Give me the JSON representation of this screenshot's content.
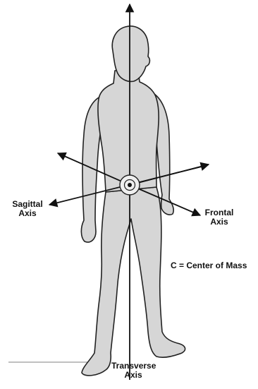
{
  "labels": {
    "sagittal_line1": "Sagittal",
    "sagittal_line2": "Axis",
    "frontal_line1": "Frontal",
    "frontal_line2": "Axis",
    "transverse_line1": "Transverse",
    "transverse_line2": "Axis",
    "center_of_mass": "C = Center of Mass",
    "center_symbol": "C"
  },
  "colors": {
    "body_fill": "#d6d6d6",
    "body_outline": "#222222",
    "axis_line": "#111111",
    "ground_line": "#9a9a9a"
  }
}
